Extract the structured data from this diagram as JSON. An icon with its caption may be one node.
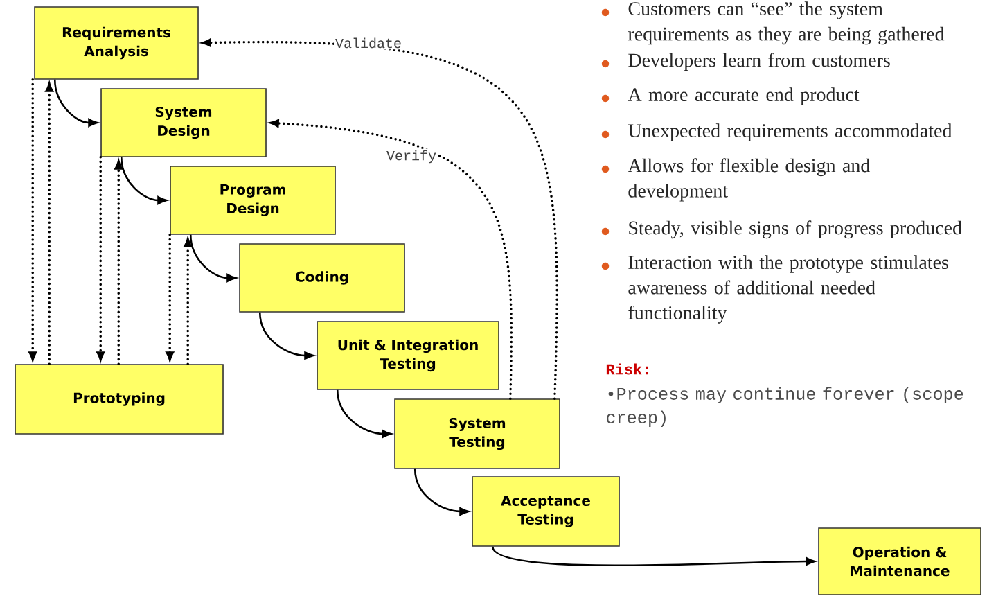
{
  "diagram": {
    "nodes": [
      {
        "text": [
          "Requirements Analysis"
        ]
      },
      {
        "text": [
          "System Design"
        ]
      },
      {
        "text": [
          "Program Design"
        ]
      },
      {
        "text": [
          "Coding"
        ]
      },
      {
        "text": [
          "Unit & Integration Testing"
        ]
      },
      {
        "text": [
          "System Testing"
        ]
      },
      {
        "text": [
          "Acceptance Testing"
        ]
      },
      {
        "text": [
          "Operation & Maintenance"
        ]
      },
      {
        "text": [
          "Prototyping"
        ]
      }
    ],
    "edges": [
      {
        "from": 0,
        "to": 1,
        "arrow": "to"
      },
      {
        "from": 1,
        "to": 2,
        "arrow": "to"
      },
      {
        "from": 2,
        "to": 3,
        "arrow": "to"
      },
      {
        "from": 3,
        "to": 4,
        "arrow": "to"
      },
      {
        "from": 4,
        "to": 5,
        "arrow": "to"
      },
      {
        "from": 5,
        "to": 6,
        "arrow": "to"
      },
      {
        "from": 6,
        "to": 7,
        "arrow": "to"
      },
      {
        "from": 0,
        "to": 8,
        "arrow": "to",
        "style": "dashed"
      },
      {
        "from": 8,
        "to": 0,
        "arrow": "to",
        "style": "dashed"
      },
      {
        "from": 1,
        "to": 8,
        "arrow": "to",
        "style": "dashed"
      },
      {
        "from": 8,
        "to": 1,
        "arrow": "to",
        "style": "dashed"
      },
      {
        "from": 2,
        "to": 8,
        "arrow": "to",
        "style": "dashed"
      },
      {
        "from": 8,
        "to": 2,
        "arrow": "to",
        "style": "dashed"
      },
      {
        "from": 5,
        "to": 0,
        "arrow": "to",
        "style": "dashed",
        "label": "Validate"
      },
      {
        "from": 5,
        "to": 1,
        "arrow": "to",
        "style": "dashed",
        "label": "Verify"
      }
    ],
    "labels": [
      "Customers can “see” the system requirements as they are being gathered",
      "Developers learn from customers",
      "A more accurate end product",
      "Unexpected requirements accommodated",
      "Allows for flexible design and development",
      "Steady, visible signs of progress produced",
      "Interaction with the prototype stimulates awareness of additional needed functionality",
      "Risk:",
      "•Process may continue forever (scope creep)"
    ]
  }
}
